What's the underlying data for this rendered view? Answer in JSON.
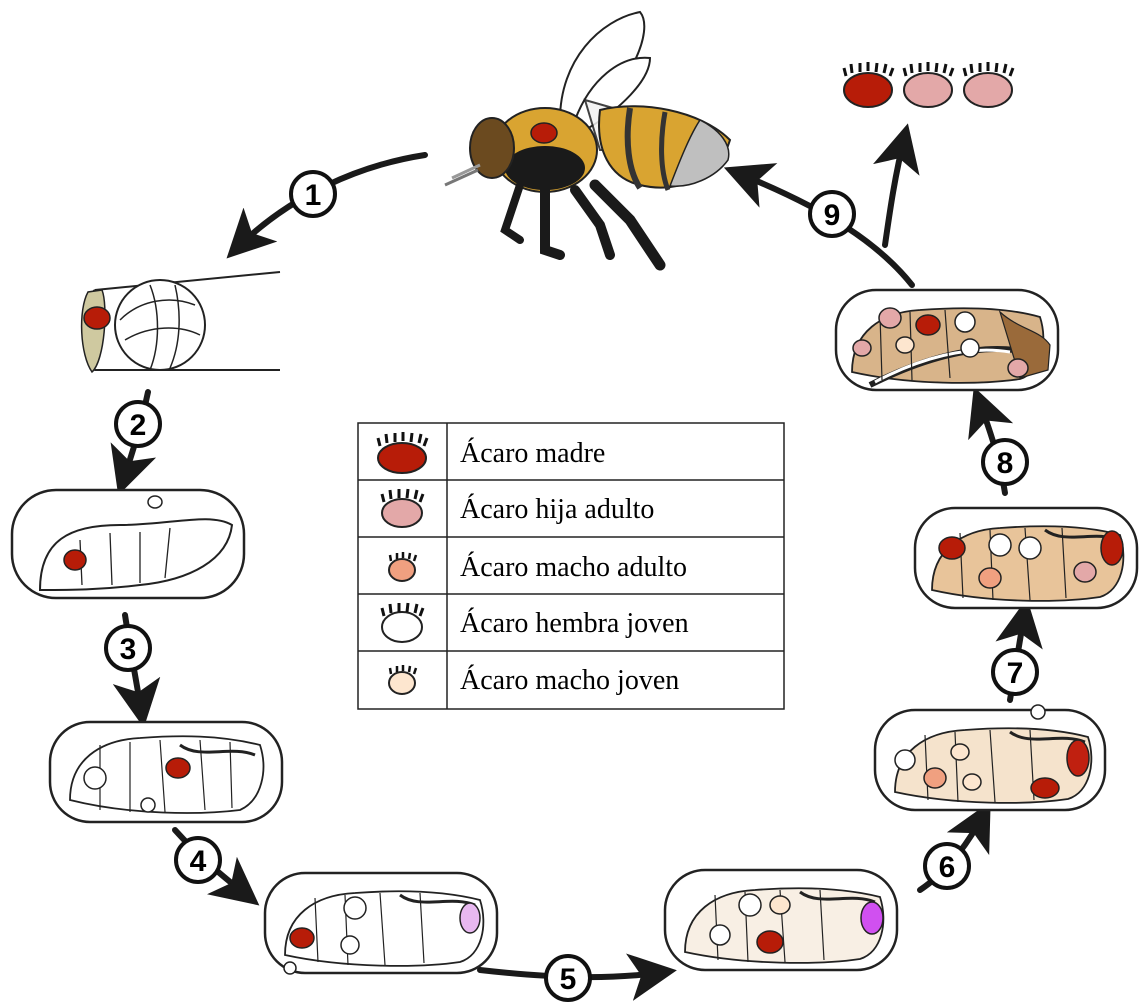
{
  "steps": [
    "1",
    "2",
    "3",
    "4",
    "5",
    "6",
    "7",
    "8",
    "9"
  ],
  "legend": [
    {
      "label": "Ácaro madre",
      "color": "#b71c08"
    },
    {
      "label": "Ácaro hija adulto",
      "color": "#e3a8a8"
    },
    {
      "label": "Ácaro macho adulto",
      "color": "#f0a080"
    },
    {
      "label": "Ácaro hembra joven",
      "color": "#ffffff"
    },
    {
      "label": "Ácaro macho joven",
      "color": "#fde6cf"
    }
  ],
  "colors": {
    "mother_mite": "#b71c08",
    "daughter_mite": "#e3a8a8",
    "male_mite": "#f0a080",
    "young_female": "#ffffff",
    "young_male": "#fde6cf",
    "purple_eye": "#d050f0",
    "pupa_tan": "#e8c49a",
    "bee_gold": "#d9a431",
    "bee_dark": "#1a1a1a"
  }
}
